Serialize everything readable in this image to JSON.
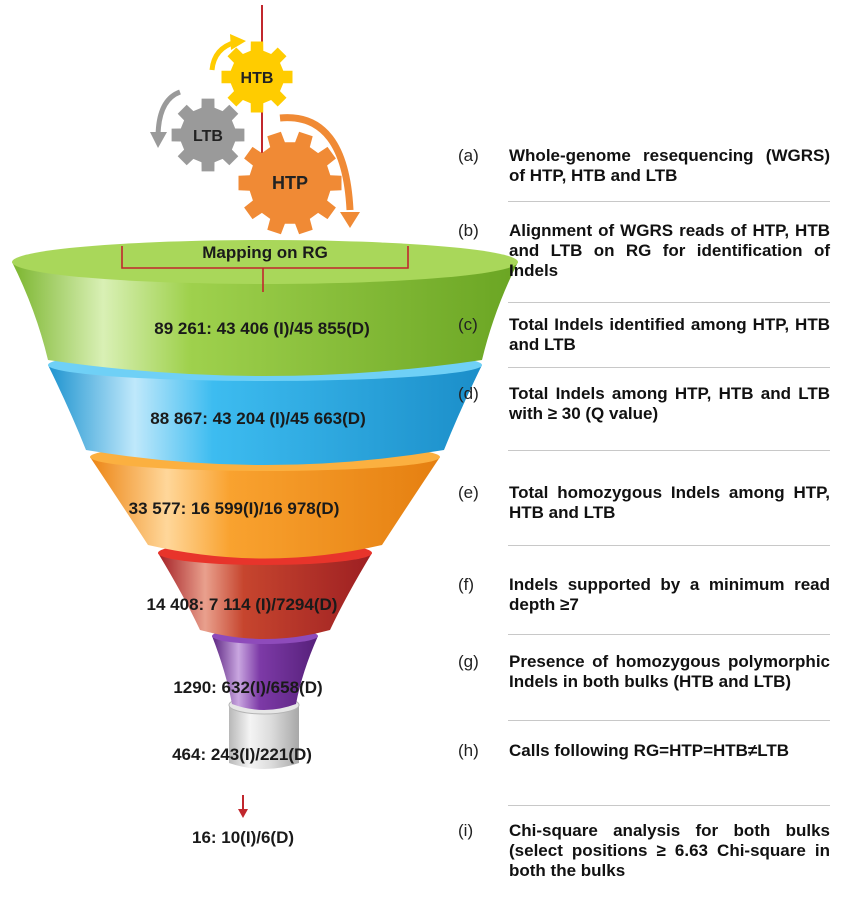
{
  "gears": {
    "htb": "HTB",
    "ltb": "LTB",
    "htp": "HTP"
  },
  "mapping_label": "Mapping on RG",
  "funnel_levels": [
    {
      "text": "89 261: 43 406 (I)/45 855(D)",
      "color": "#8cc63f"
    },
    {
      "text": "88 867: 43 204 (I)/45 663(D)",
      "color": "#29abe2"
    },
    {
      "text": "33 577: 16 599(I)/16 978(D)",
      "color": "#f7941d"
    },
    {
      "text": "14 408: 7 114 (I)/7294(D)",
      "color": "#c1272d"
    },
    {
      "text": "1290: 632(I)/658(D)",
      "color": "#6f2c91"
    },
    {
      "text": "464: 243(I)/221(D)",
      "color": "#d0d0d0"
    },
    {
      "text": "16: 10(I)/6(D)",
      "color": "#ffffff"
    }
  ],
  "steps": [
    {
      "letter": "(a)",
      "text": "Whole-genome resequencing (WGRS) of HTP, HTB and LTB"
    },
    {
      "letter": "(b)",
      "text": "Alignment of WGRS reads of HTP, HTB and LTB on RG for identification of Indels"
    },
    {
      "letter": "(c)",
      "text": "Total Indels identified among HTP, HTB and LTB"
    },
    {
      "letter": "(d)",
      "text": "Total Indels among HTP, HTB and LTB with ≥ 30 (Q value)"
    },
    {
      "letter": "(e)",
      "text": "Total homozygous Indels among HTP, HTB and LTB"
    },
    {
      "letter": "(f)",
      "text": "Indels supported by a minimum read depth ≥7"
    },
    {
      "letter": "(g)",
      "text": "Presence of homozygous polymorphic Indels in both bulks (HTB and LTB)"
    },
    {
      "letter": "(h)",
      "text": "Calls following RG=HTP=HTB≠LTB"
    },
    {
      "letter": "(i)",
      "text": "Chi-square analysis for both bulks (select positions ≥ 6.63 Chi-square in both the bulks"
    }
  ],
  "colors": {
    "gear_htb": "#ffcc00",
    "gear_ltb": "#9a9a9a",
    "gear_htp": "#f08a35",
    "bracket": "#c1272d",
    "separator": "#c8c8c8"
  }
}
